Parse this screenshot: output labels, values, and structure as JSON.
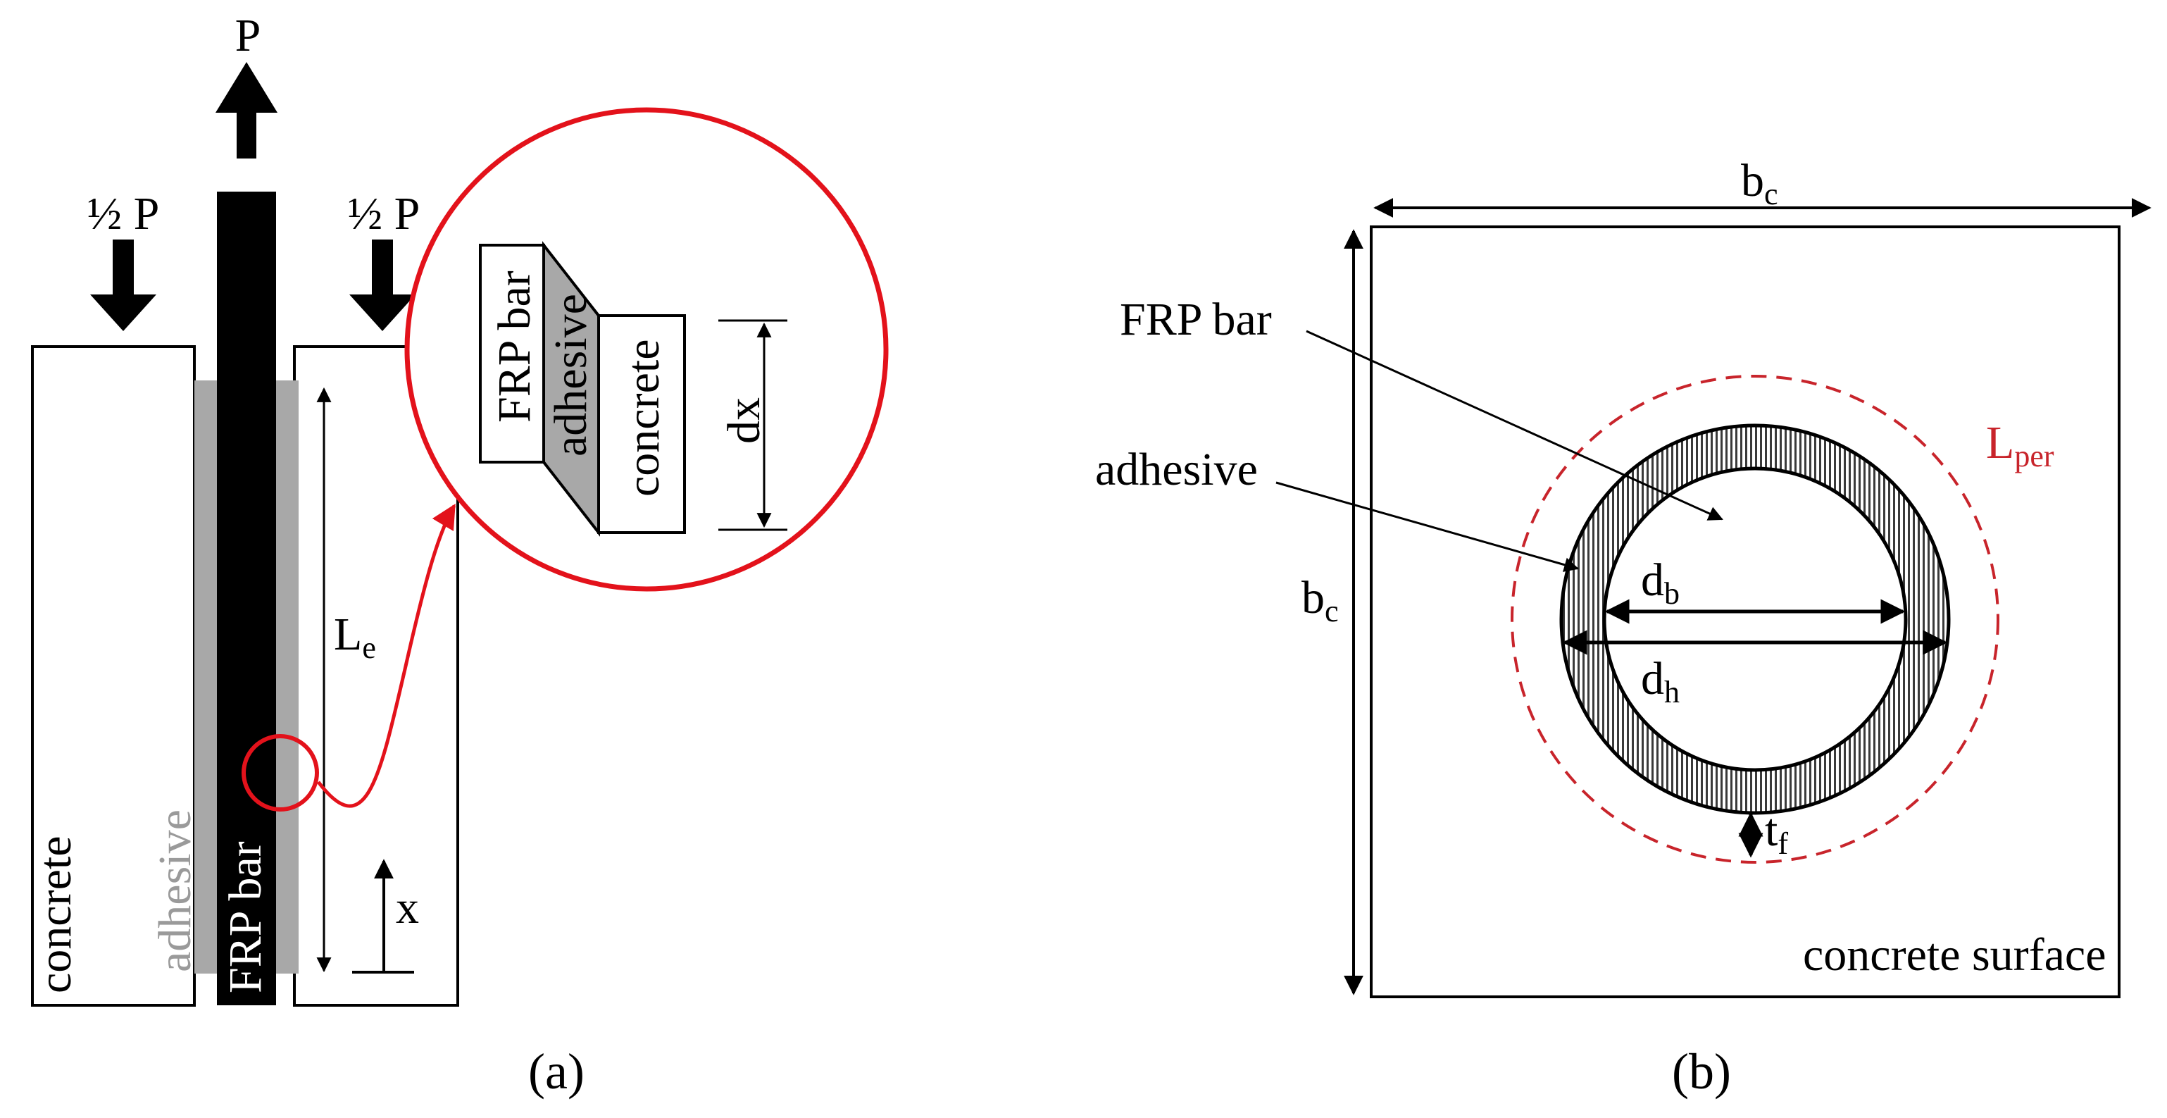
{
  "panel_a": {
    "load_top": "P",
    "load_left": "½ P",
    "load_right": "½ P",
    "concrete": "concrete",
    "adhesive": "adhesive",
    "frp_bar": "FRP bar",
    "embed_length_main": "L",
    "embed_length_sub": "e",
    "coord": "x",
    "detail": {
      "frp_bar": "FRP bar",
      "adhesive": "adhesive",
      "concrete": "concrete",
      "dx": "dx"
    },
    "caption": "(a)"
  },
  "panel_b": {
    "width_main": "b",
    "width_sub": "c",
    "height_main": "b",
    "height_sub": "c",
    "frp_bar": "FRP bar",
    "adhesive": "adhesive",
    "perimeter_main": "L",
    "perimeter_sub": "per",
    "db_main": "d",
    "db_sub": "b",
    "dh_main": "d",
    "dh_sub": "h",
    "tf_main": "t",
    "tf_sub": "f",
    "surface": "concrete surface",
    "caption": "(b)"
  },
  "colors": {
    "highlight": "#e3121b",
    "perimeter": "#c8242b",
    "adhesive_fill": "#a8a8a8",
    "bar_fill": "#000000"
  }
}
